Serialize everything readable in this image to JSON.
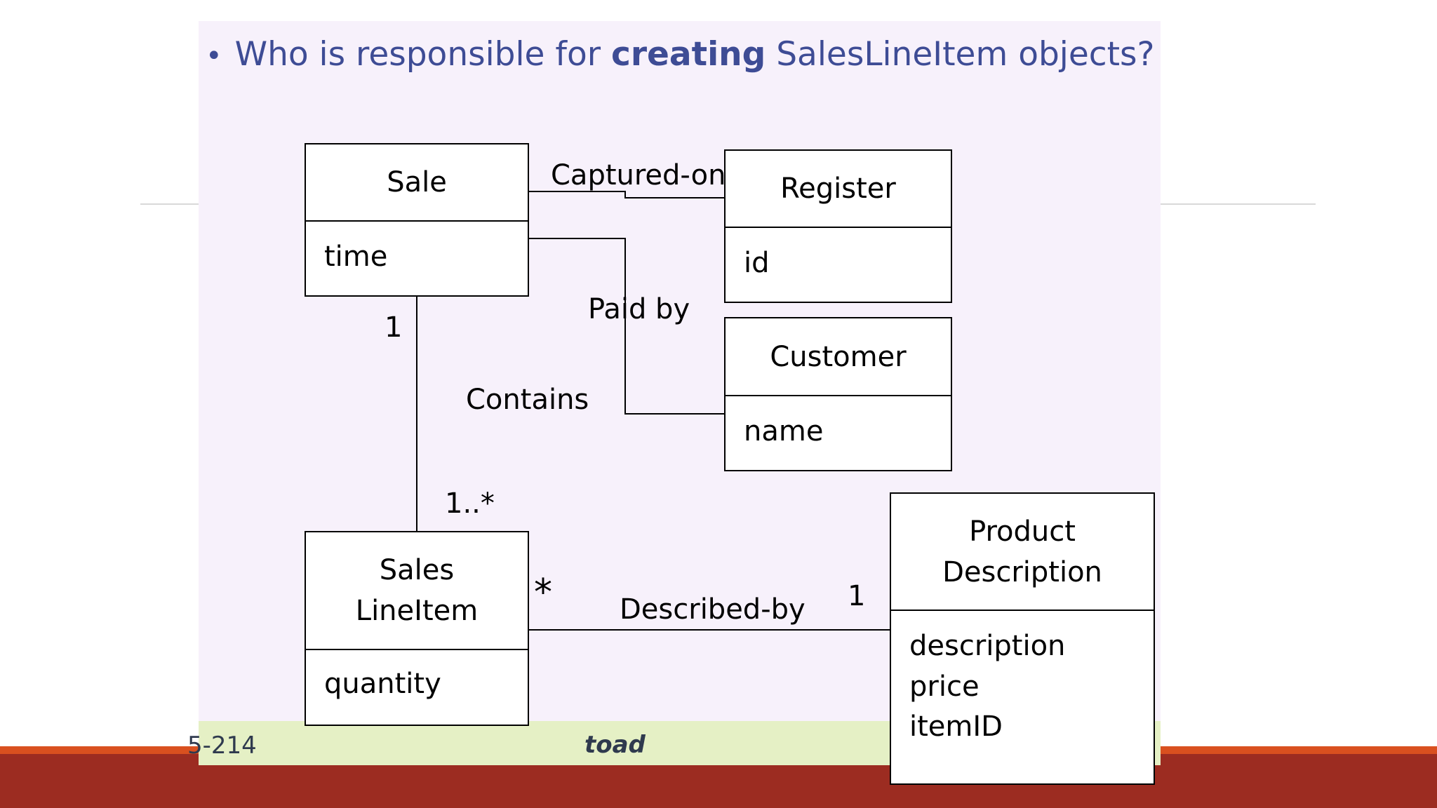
{
  "slide": {
    "question": {
      "bullet": "•",
      "before": "Who is responsible for ",
      "emphasis": "creating",
      "after": " SalesLineItem objects?"
    },
    "footer": {
      "page": "5-214",
      "title": "toad"
    }
  },
  "diagram": {
    "classes": {
      "sale": {
        "name": "Sale",
        "attributes": [
          "time"
        ]
      },
      "register": {
        "name": "Register",
        "attributes": [
          "id"
        ]
      },
      "customer": {
        "name": "Customer",
        "attributes": [
          "name"
        ]
      },
      "sales_line_item": {
        "name_lines": [
          "Sales",
          "LineItem"
        ],
        "attributes": [
          "quantity"
        ]
      },
      "product_description": {
        "name_lines": [
          "Product",
          "Description"
        ],
        "attributes": [
          "description",
          "price",
          "itemID"
        ]
      }
    },
    "associations": {
      "captured_on": "Captured-on",
      "paid_by": "Paid by",
      "contains": "Contains",
      "described_by": "Described-by"
    },
    "multiplicities": {
      "contains_sale_end": "1",
      "contains_item_end": "1..*",
      "described_item_end": "*",
      "described_product_end": "1"
    }
  },
  "colors": {
    "question_text": "#3e4c95",
    "slide_background": "#f7f1fb",
    "slide_footer": "#e5f0c5",
    "bottom_bar": "#9c2c21",
    "bottom_stripe": "#d9501f"
  }
}
